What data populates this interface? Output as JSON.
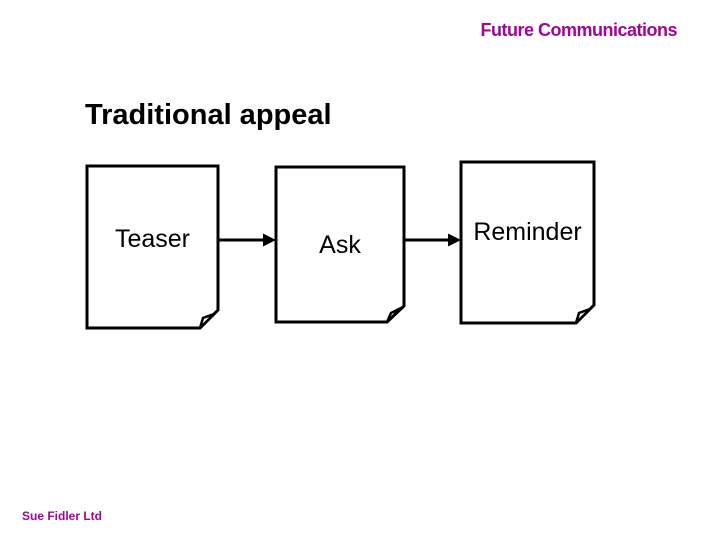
{
  "slide": {
    "header": "Future Communications",
    "title": "Traditional appeal",
    "footer": "Sue Fidler Ltd",
    "accent_color": "#A00599",
    "diagram": {
      "type": "flow",
      "nodes": [
        {
          "label": "Teaser",
          "shape": "folded-corner-document"
        },
        {
          "label": "Ask",
          "shape": "folded-corner-document"
        },
        {
          "label": "Reminder",
          "shape": "folded-corner-document"
        }
      ],
      "connections": [
        {
          "from": "Teaser",
          "to": "Ask"
        },
        {
          "from": "Ask",
          "to": "Reminder"
        }
      ]
    }
  }
}
